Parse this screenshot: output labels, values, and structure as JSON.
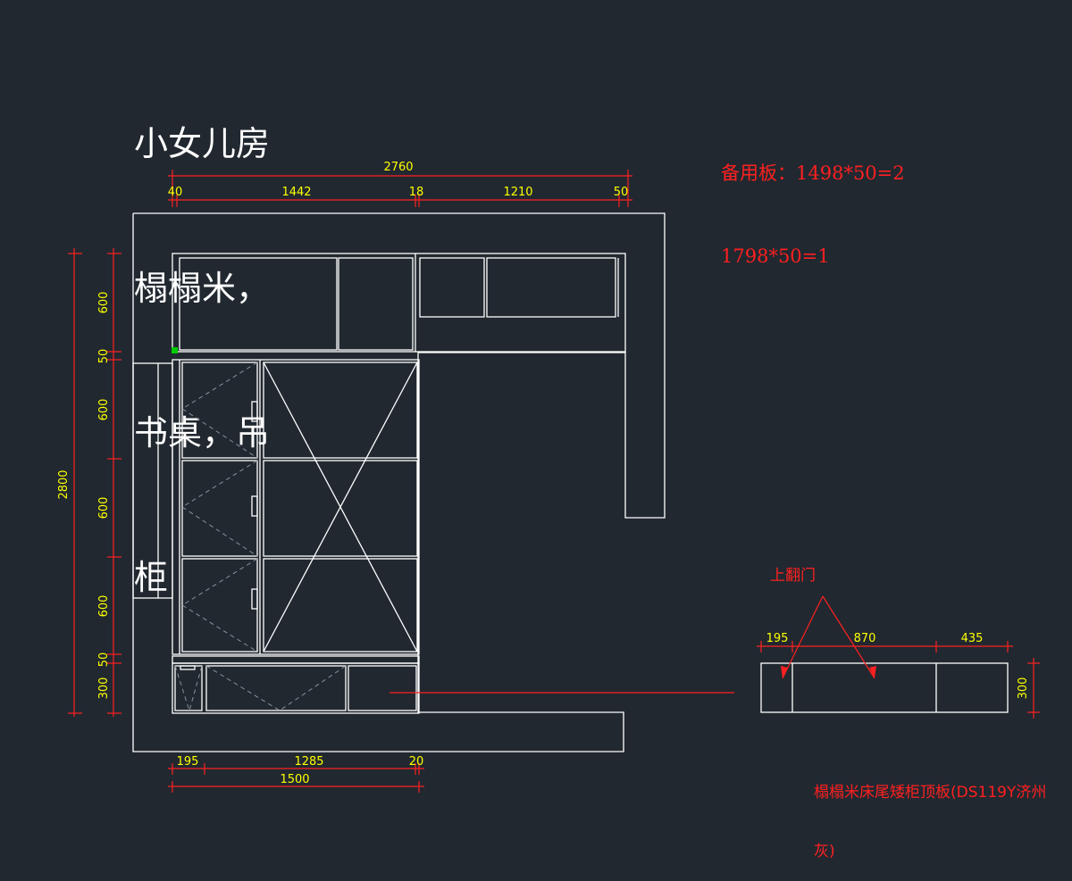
{
  "title": {
    "line1": "小女儿房",
    "line2": "榻榻米，",
    "line3": "书桌，吊",
    "line4": "柜"
  },
  "spare_board": {
    "line1": "备用板：1498*50=2",
    "line2": "1798*50=1"
  },
  "annotations": {
    "flip_door": "上翻门",
    "top_board_line1": "榻榻米床尾矮柜顶板(DS119Y济州",
    "top_board_line2": "灰)"
  },
  "dims": {
    "top_total": "2760",
    "top_seg1": "40",
    "top_seg2": "1442",
    "top_seg3": "18",
    "top_seg4": "1210",
    "top_seg5": "50",
    "left_total": "2800",
    "left_seg1": "600",
    "left_seg2": "50",
    "left_seg3": "600",
    "left_seg4": "600",
    "left_seg5": "600",
    "left_seg6": "50",
    "left_seg7": "300",
    "bottom_seg1": "195",
    "bottom_seg2": "1285",
    "bottom_seg3": "20",
    "bottom_total": "1500",
    "detail_seg1": "195",
    "detail_seg2": "870",
    "detail_seg3": "435",
    "detail_height": "300"
  },
  "colors": {
    "background": "#212830",
    "drawing": "#ffffff",
    "dimension_line": "#ff2020",
    "dimension_text": "#ffff00",
    "annotation": "#ff2020",
    "marker": "#00cc00"
  }
}
